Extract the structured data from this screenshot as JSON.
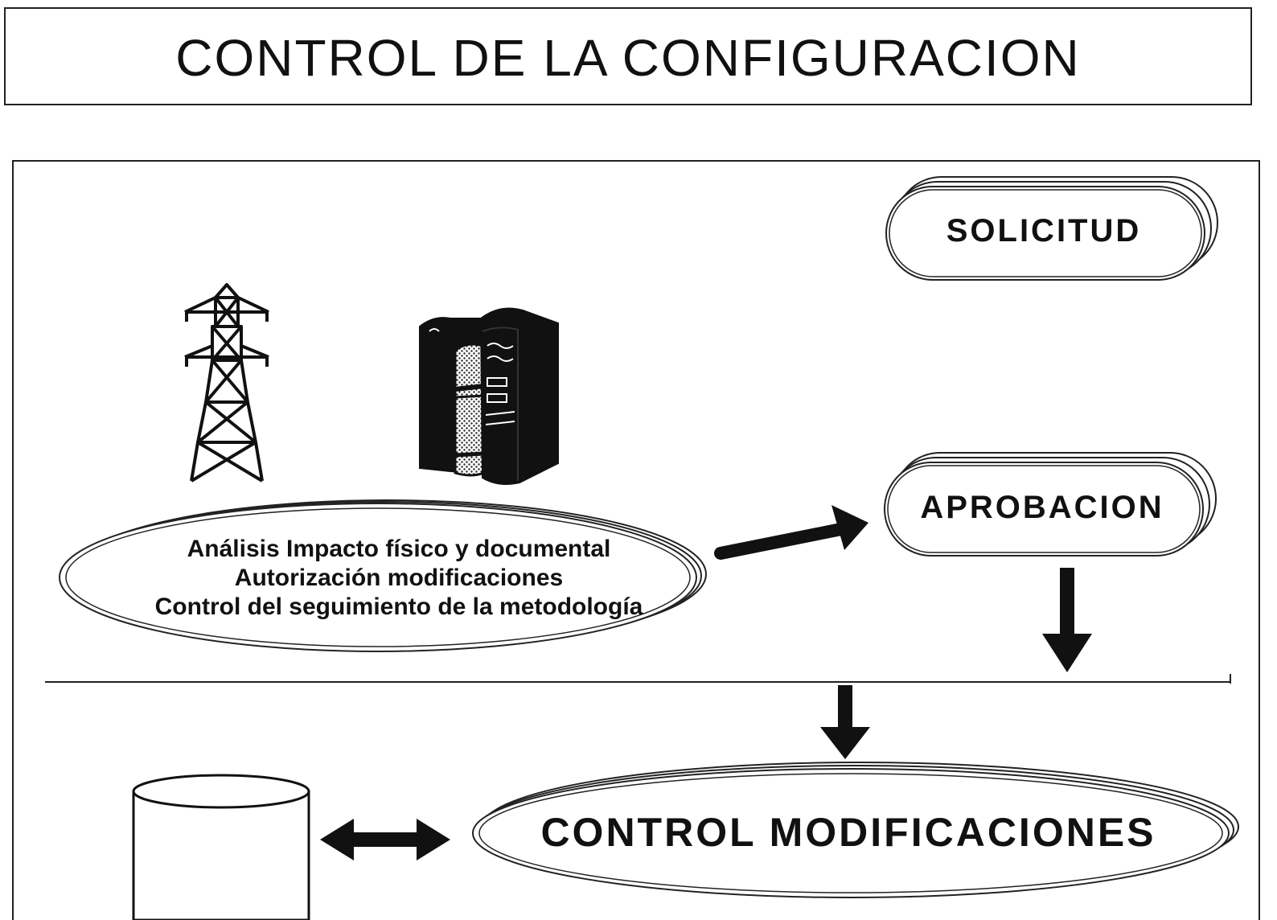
{
  "title": "CONTROL DE LA CONFIGURACION",
  "nodes": {
    "solicitud": "SOLICITUD",
    "aprobacion": "APROBACION",
    "analysis": {
      "line1": "Análisis Impacto físico y documental",
      "line2": "Autorización modificaciones",
      "line3": "Control del seguimiento de la metodología"
    },
    "control_modificaciones": "CONTROL MODIFICACIONES"
  },
  "icons": [
    "transmission-tower-icon",
    "books-icon",
    "database-cylinder-icon"
  ],
  "colors": {
    "ink": "#111111",
    "background": "#ffffff"
  }
}
